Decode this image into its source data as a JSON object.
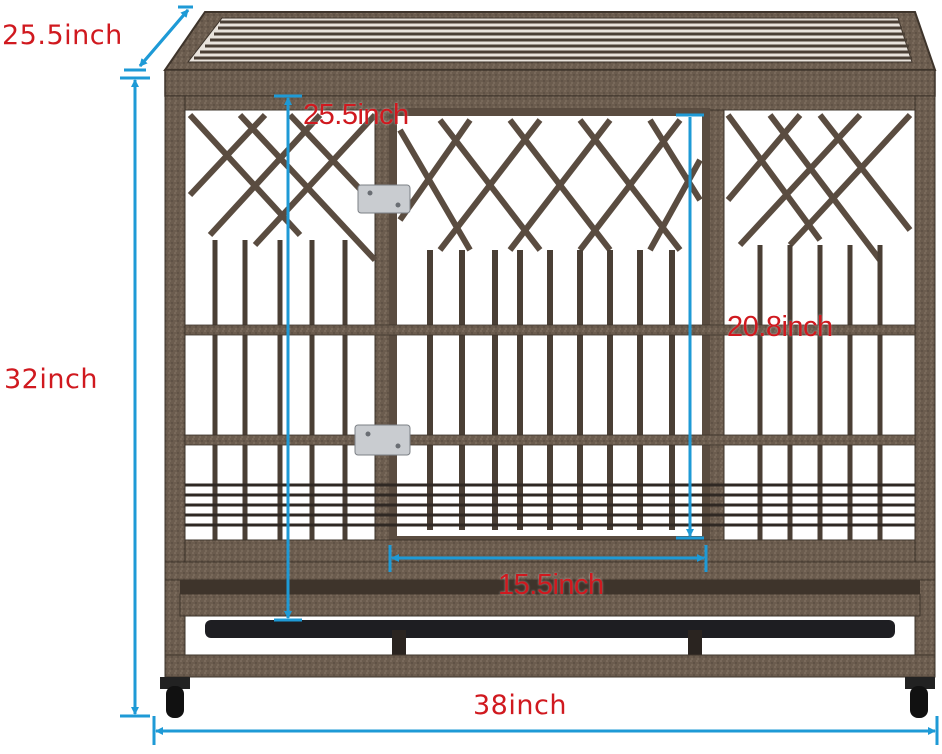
{
  "image": {
    "subject": "Heavy duty metal dog crate with wheels",
    "background_color": "#ffffff",
    "frame_color": "#6b5c4e",
    "frame_dark_color": "#3e342b",
    "latch_color": "#c9ccd0",
    "tray_color": "#1e1e22",
    "dimension_line_color": "#1e9ad6",
    "label_color": "#d0191f"
  },
  "dimensions": {
    "depth": {
      "label": "25.5inch",
      "value": 25.5,
      "unit": "inch"
    },
    "height": {
      "label": "32inch",
      "value": 32,
      "unit": "inch"
    },
    "width": {
      "label": "38inch",
      "value": 38,
      "unit": "inch"
    },
    "interior_height": {
      "label": "25.5inch",
      "value": 25.5,
      "unit": "inch"
    },
    "door_height": {
      "label": "20.8inch",
      "value": 20.8,
      "unit": "inch"
    },
    "door_width": {
      "label": "15.5inch",
      "value": 15.5,
      "unit": "inch"
    }
  }
}
